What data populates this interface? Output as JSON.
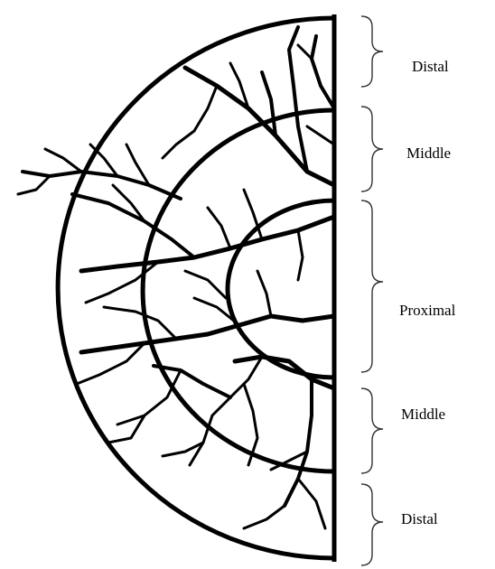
{
  "zones": [
    {
      "id": "distal-top",
      "label": "Distal"
    },
    {
      "id": "middle-top",
      "label": "Middle"
    },
    {
      "id": "proximal",
      "label": "Proximal"
    },
    {
      "id": "middle-bottom",
      "label": "Middle"
    },
    {
      "id": "distal-bottom",
      "label": "Distal"
    }
  ]
}
